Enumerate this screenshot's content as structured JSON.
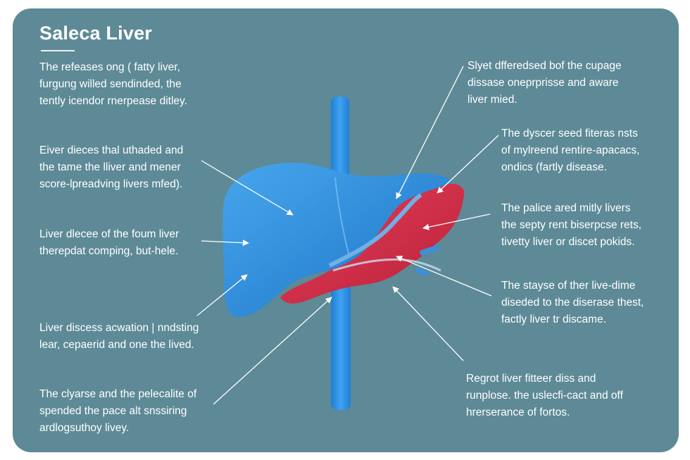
{
  "title": "Saleca Liver",
  "left_notes": [
    [
      "The refeases ong ( fatty liver,",
      "furgung willed sendinded, the",
      "tently icendor rnerpease ditley."
    ],
    [
      "Eiver dieces thal uthaded and",
      "the tame the lliver and mener",
      "score-lpreadving livers mfed)."
    ],
    [
      "Liver dlecee of the foum liver",
      "therepdat comping, but-hele."
    ],
    [
      "Liver discess acwation | nndsting",
      "lear, cepaerid and one the lived."
    ],
    [
      "The clyarse and the pelecalite of",
      "spended the pace alt snssiring",
      "ardlogsuthoy  livey."
    ]
  ],
  "right_notes": [
    [
      "Slyet dfferedsed bof the cupage",
      "dissase oneprprisse and aware",
      "liver mied."
    ],
    [
      "The dyscer seed fiteras nsts",
      "of mylreend rentire-apacacs,",
      "ondics (fartly disease."
    ],
    [
      "The palice ared  mitly livers",
      "the septy  rent biserpcse rets,",
      "tivetty liver or discet pokids."
    ],
    [
      "The stayse of ther live-dime",
      "diseded to the diserase thest,",
      "factly liver tr discame."
    ],
    [
      "Regrot liver fitteer diss and",
      "runplose. the uslecfi-cact and off",
      "hrerserance of fortos."
    ]
  ],
  "colors": {
    "background": "#5d8a96",
    "liver_blue": "#2f8fdc",
    "liver_red": "#d8304a",
    "text": "#ffffff"
  }
}
